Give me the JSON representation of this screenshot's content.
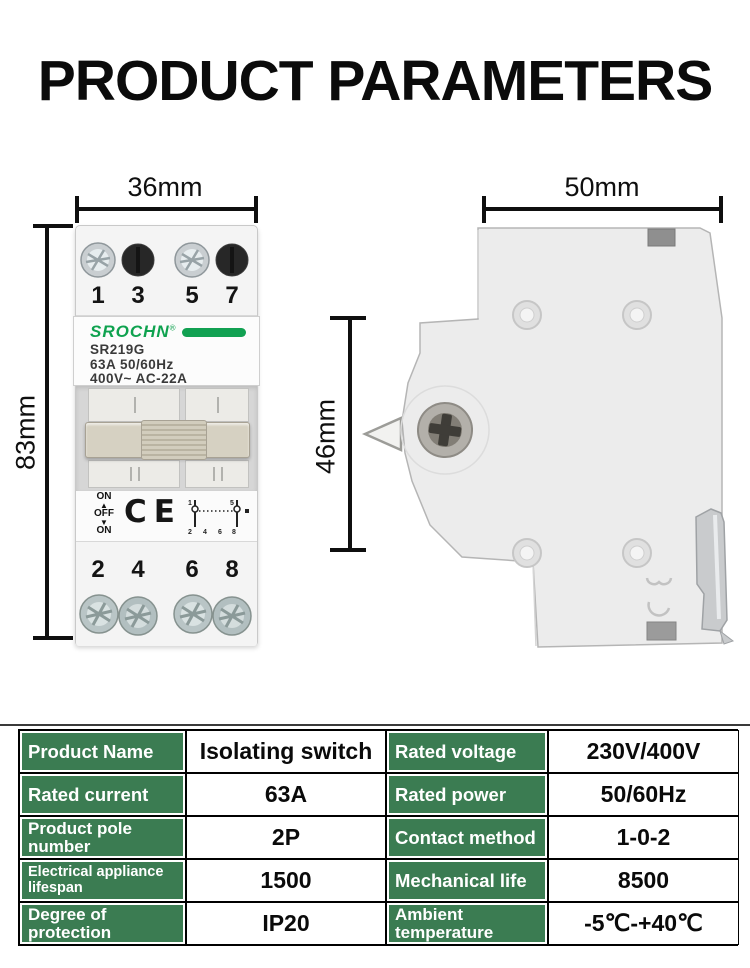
{
  "title": "PRODUCT PARAMETERS",
  "front_view": {
    "width_dim": "36mm",
    "height_dim": "83mm",
    "top_terminal_numbers": [
      "1",
      "3",
      "5",
      "7"
    ],
    "bottom_terminal_numbers": [
      "2",
      "4",
      "6",
      "8"
    ],
    "brand": "SROCHN",
    "brand_mark": "®",
    "model": "SR219G",
    "spec_line1": "63A  50/60Hz",
    "spec_line2": "400V~  AC-22A",
    "position_labels": {
      "top": "ON",
      "up_arrow": "▲",
      "middle": "OFF",
      "down_arrow": "▼",
      "bottom": "ON"
    },
    "certification": "CE",
    "wiring_diagram": {
      "top_labels": [
        "1",
        "5"
      ],
      "bottom_labels": [
        "2",
        "4",
        "6",
        "8"
      ]
    }
  },
  "side_view": {
    "width_dim": "50mm",
    "height_dim": "46mm"
  },
  "spec_table": {
    "rows": [
      [
        "Product Name",
        "Isolating switch",
        "Rated voltage",
        "230V/400V"
      ],
      [
        "Rated current",
        "63A",
        "Rated power",
        "50/60Hz"
      ],
      [
        "Product pole number",
        "2P",
        "Contact method",
        "1-0-2"
      ],
      [
        "Electrical appliance lifespan",
        "1500",
        "Mechanical life",
        "8500"
      ],
      [
        "Degree of protection",
        "IP20",
        "Ambient temperature",
        "-5℃-+40℃"
      ]
    ]
  },
  "colors": {
    "table_header_green": "#3b7c52",
    "brand_green": "#0fa24f",
    "accent_bar_green": "#12a152",
    "title_black": "#0b0b0b"
  }
}
